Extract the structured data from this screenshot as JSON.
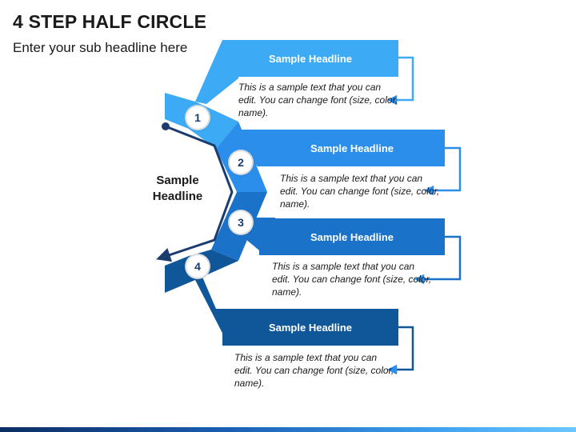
{
  "title": "4 STEP HALF CIRCLE",
  "subtitle": "Enter your sub headline here",
  "center_label": {
    "line1": "Sample",
    "line2": "Headline"
  },
  "colors": {
    "step1": "#3DAAF5",
    "step2": "#2B8EEB",
    "step3": "#1B72C9",
    "step4": "#0F5798",
    "arrow": "#1C3C6E"
  },
  "steps": [
    {
      "number": "1",
      "headline": "Sample Headline",
      "text": "This is a sample text that you can edit. You can change font (size, color, name)."
    },
    {
      "number": "2",
      "headline": "Sample Headline",
      "text": "This is a sample text that you can edit. You can change font (size, color, name)."
    },
    {
      "number": "3",
      "headline": "Sample Headline",
      "text": "This is a sample text that you can edit. You can change font (size, color, name)."
    },
    {
      "number": "4",
      "headline": "Sample Headline",
      "text": "This is a sample text that you can edit. You can change font (size, color, name)."
    }
  ]
}
